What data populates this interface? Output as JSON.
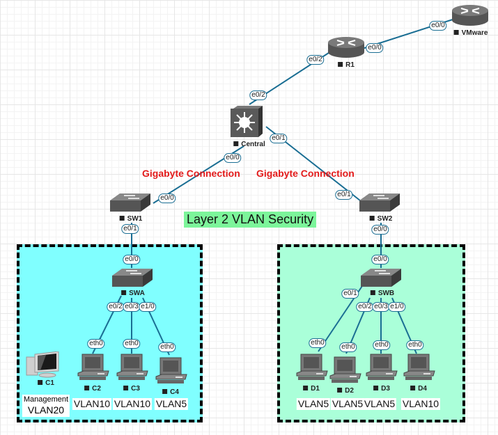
{
  "diagram": {
    "title": "Layer 2 VLAN Security",
    "connection_labels": [
      "Gigabyte Connection",
      "Gigabyte Connection"
    ],
    "colors": {
      "link": "#1a6e93",
      "connection_label": "#e31b1b",
      "title_bg": "#7cf59a",
      "zone_a_bg": "#80ffff",
      "zone_b_bg": "#aaffd9"
    },
    "nodes": {
      "vmware": {
        "label": "VMware",
        "icon": "router-icon"
      },
      "r1": {
        "label": "R1",
        "icon": "router-icon"
      },
      "central": {
        "label": "Central",
        "icon": "multilayer-switch-icon"
      },
      "sw1": {
        "label": "SW1",
        "icon": "switch-icon"
      },
      "sw2": {
        "label": "SW2",
        "icon": "switch-icon"
      },
      "swa": {
        "label": "SWA",
        "icon": "switch-icon"
      },
      "swb": {
        "label": "SWB",
        "icon": "switch-icon"
      },
      "c1": {
        "label": "C1",
        "icon": "workstation-icon",
        "role": "Management",
        "vlan": "VLAN20"
      },
      "c2": {
        "label": "C2",
        "icon": "pc-icon",
        "vlan": "VLAN10"
      },
      "c3": {
        "label": "C3",
        "icon": "pc-icon",
        "vlan": "VLAN10"
      },
      "c4": {
        "label": "C4",
        "icon": "pc-icon",
        "vlan": "VLAN5"
      },
      "d1": {
        "label": "D1",
        "icon": "pc-icon",
        "vlan": "VLAN5"
      },
      "d2": {
        "label": "D2",
        "icon": "pc-icon",
        "vlan": "VLAN5"
      },
      "d3": {
        "label": "D3",
        "icon": "pc-icon",
        "vlan": "VLAN5"
      },
      "d4": {
        "label": "D4",
        "icon": "pc-icon",
        "vlan": "VLAN10"
      }
    },
    "ports": {
      "vmware_e00": "e0/0",
      "r1_e00": "e0/0",
      "r1_e02": "e0/2",
      "central_e02": "e0/2",
      "central_e00": "e0/0",
      "central_e01": "e0/1",
      "sw1_e00": "e0/0",
      "sw1_e01": "e0/1",
      "sw2_e01": "e0/1",
      "sw2_e00": "e0/0",
      "swa_e00": "e0/0",
      "swa_e02": "e0/2",
      "swa_e03": "e0/3",
      "swa_e10": "e1/0",
      "swb_e00": "e0/0",
      "swb_e01": "e0/1",
      "swb_e02": "e0/2",
      "swb_e03": "e0/3",
      "swb_e10": "e1/0",
      "c2_eth0": "eth0",
      "c3_eth0": "eth0",
      "c4_eth0": "eth0",
      "d1_eth0": "eth0",
      "d2_eth0": "eth0",
      "d3_eth0": "eth0",
      "d4_eth0": "eth0"
    }
  }
}
